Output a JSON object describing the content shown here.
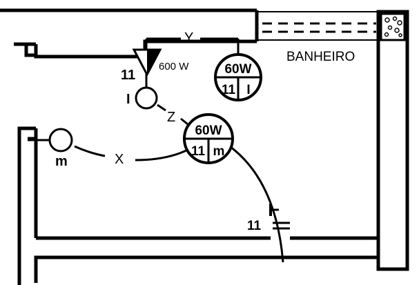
{
  "room": {
    "name": "BANHEIRO"
  },
  "labels": {
    "y": "Y",
    "x": "X",
    "z": "Z",
    "m_left": "m"
  },
  "shower": {
    "power": "600 W",
    "circuit": "11"
  },
  "switch_top": {
    "mark": "I"
  },
  "lamp_top": {
    "power": "60W",
    "circuit": "11",
    "control": "I"
  },
  "lamp_center": {
    "power": "60W",
    "circuit": "11",
    "control": "m"
  },
  "outlet_right": {
    "circuit": "11"
  },
  "colors": {
    "ink": "#000000",
    "background": "#ffffff"
  },
  "icons": {
    "shower_head": "shower-icon",
    "switch": "switch-icon",
    "light_point": "ceiling-light-icon",
    "tiles": "ventilation-icon"
  }
}
